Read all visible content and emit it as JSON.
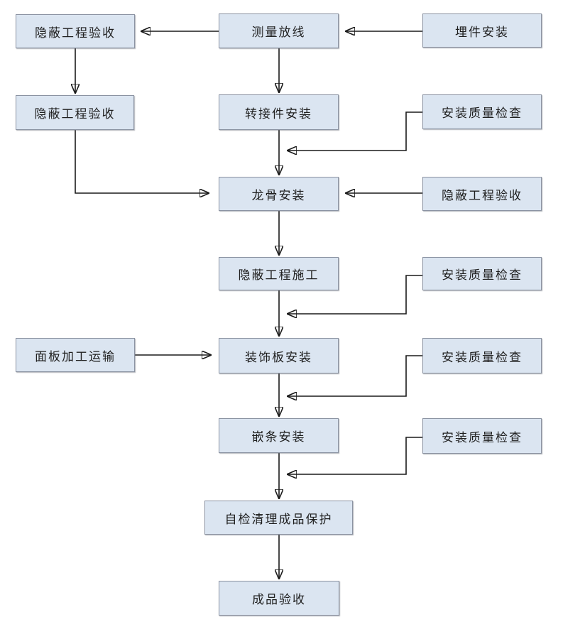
{
  "diagram": {
    "type": "flowchart",
    "background": "#ffffff",
    "colors": {
      "node_fill": "#dbe5f1",
      "node_border": "#8b93a2",
      "arrow": "#1a1a1a",
      "text": "#1f1f1f"
    }
  },
  "nodes": [
    {
      "id": "hidden-acceptance-a",
      "label": "隐蔽工程验收"
    },
    {
      "id": "measure-layout",
      "label": "测量放线"
    },
    {
      "id": "embed-install",
      "label": "埋件安装"
    },
    {
      "id": "hidden-acceptance-b",
      "label": "隐蔽工程验收"
    },
    {
      "id": "adapter-install",
      "label": "转接件安装"
    },
    {
      "id": "quality-check-a",
      "label": "安装质量检查"
    },
    {
      "id": "keel-install",
      "label": "龙骨安装"
    },
    {
      "id": "hidden-acceptance-c",
      "label": "隐蔽工程验收"
    },
    {
      "id": "hidden-construction",
      "label": "隐蔽工程施工"
    },
    {
      "id": "quality-check-b",
      "label": "安装质量检查"
    },
    {
      "id": "panel-transport",
      "label": "面板加工运输"
    },
    {
      "id": "decor-panel-install",
      "label": "装饰板安装"
    },
    {
      "id": "quality-check-c",
      "label": "安装质量检查"
    },
    {
      "id": "trim-install",
      "label": "嵌条安装"
    },
    {
      "id": "quality-check-d",
      "label": "安装质量检查"
    },
    {
      "id": "self-check-protect",
      "label": "自检清理成品保护"
    },
    {
      "id": "finished-acceptance",
      "label": "成品验收"
    }
  ],
  "edges": [
    {
      "from": "embed-install",
      "to": "measure-layout"
    },
    {
      "from": "measure-layout",
      "to": "hidden-acceptance-a"
    },
    {
      "from": "hidden-acceptance-a",
      "to": "hidden-acceptance-b"
    },
    {
      "from": "measure-layout",
      "to": "adapter-install"
    },
    {
      "from": "adapter-install",
      "to": "keel-install"
    },
    {
      "from": "quality-check-a",
      "to": "adapter-install→keel-install arrow"
    },
    {
      "from": "hidden-acceptance-b",
      "to": "keel-install"
    },
    {
      "from": "hidden-acceptance-c",
      "to": "keel-install"
    },
    {
      "from": "keel-install",
      "to": "hidden-construction"
    },
    {
      "from": "quality-check-b",
      "to": "hidden-construction→decor-panel-install arrow"
    },
    {
      "from": "hidden-construction",
      "to": "decor-panel-install"
    },
    {
      "from": "panel-transport",
      "to": "decor-panel-install"
    },
    {
      "from": "quality-check-c",
      "to": "decor-panel-install→trim-install arrow"
    },
    {
      "from": "decor-panel-install",
      "to": "trim-install"
    },
    {
      "from": "quality-check-d",
      "to": "trim-install→self-check-protect arrow"
    },
    {
      "from": "trim-install",
      "to": "self-check-protect"
    },
    {
      "from": "self-check-protect",
      "to": "finished-acceptance"
    }
  ]
}
